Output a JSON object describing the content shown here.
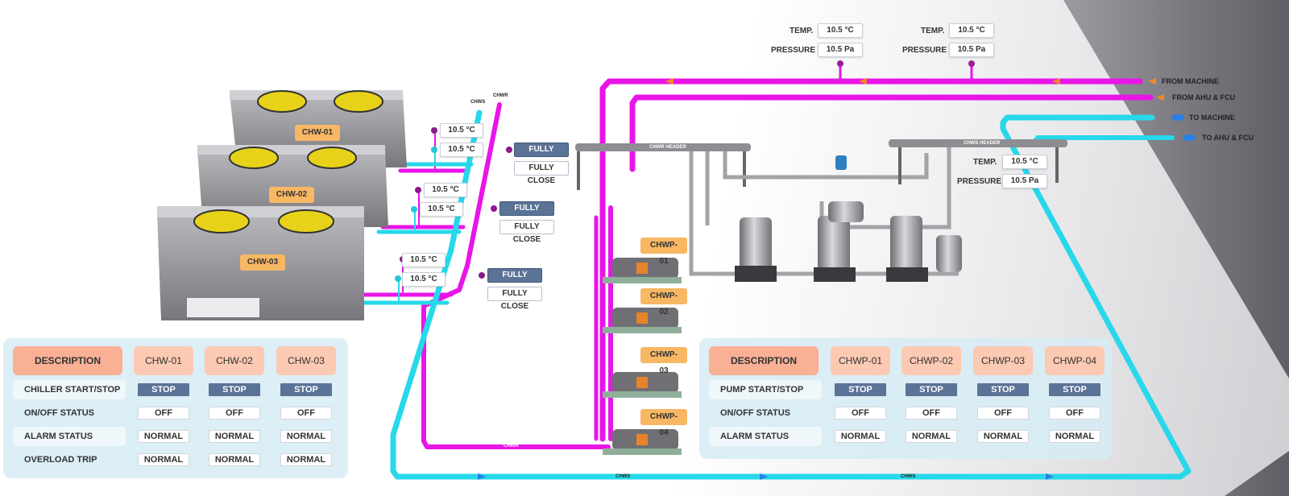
{
  "sensors": {
    "top1": {
      "temp_label": "TEMP.",
      "temp_value": "10.5 °C",
      "pressure_label": "PRESSURE",
      "pressure_value": "10.5 Pa"
    },
    "top2": {
      "temp_label": "TEMP.",
      "temp_value": "10.5 °C",
      "pressure_label": "PRESSURE",
      "pressure_value": "10.5 Pa"
    },
    "chws_header": {
      "temp_label": "TEMP.",
      "temp_value": "10.5 °C",
      "pressure_label": "PRESSURE",
      "pressure_value": "10.5 Pa"
    }
  },
  "lines": {
    "from_machine": "FROM MACHINE",
    "from_ahu": "FROM AHU & FCU",
    "to_machine": "TO MACHINE",
    "to_ahu": "TO AHU & FCU"
  },
  "pipe_labels": {
    "chws": "CHWS",
    "chwr": "CHWR",
    "chwr_header": "CHWR HEADER",
    "chws_header": "CHWS HEADER"
  },
  "chillers": [
    {
      "name": "CHW-01",
      "temp_out": "10.5 °C",
      "temp_in": "10.5 °C",
      "valve_a": "FULLY CLOSE",
      "valve_b": "FULLY CLOSE"
    },
    {
      "name": "CHW-02",
      "temp_out": "10.5 °C",
      "temp_in": "10.5 °C",
      "valve_a": "FULLY CLOSE",
      "valve_b": "FULLY CLOSE"
    },
    {
      "name": "CHW-03",
      "temp_out": "10.5 °C",
      "temp_in": "10.5 °C",
      "valve_a": "FULLY CLOSE",
      "valve_b": "FULLY CLOSE"
    }
  ],
  "pumps": [
    "CHWP-01",
    "CHWP-02",
    "CHWP-03",
    "CHWP-04"
  ],
  "chiller_panel": {
    "description": "DESCRIPTION",
    "columns": [
      "CHW-01",
      "CHW-02",
      "CHW-03"
    ],
    "rows": [
      {
        "label": "CHILLER START/STOP",
        "values": [
          "STOP",
          "STOP",
          "STOP"
        ]
      },
      {
        "label": "ON/OFF STATUS",
        "values": [
          "OFF",
          "OFF",
          "OFF"
        ]
      },
      {
        "label": "ALARM STATUS",
        "values": [
          "NORMAL",
          "NORMAL",
          "NORMAL"
        ]
      },
      {
        "label": "OVERLOAD TRIP",
        "values": [
          "NORMAL",
          "NORMAL",
          "NORMAL"
        ]
      }
    ]
  },
  "pump_panel": {
    "description": "DESCRIPTION",
    "columns": [
      "CHWP-01",
      "CHWP-02",
      "CHWP-03",
      "CHWP-04"
    ],
    "rows": [
      {
        "label": "PUMP START/STOP",
        "values": [
          "STOP",
          "STOP",
          "STOP",
          "STOP"
        ]
      },
      {
        "label": "ON/OFF STATUS",
        "values": [
          "OFF",
          "OFF",
          "OFF",
          "OFF"
        ]
      },
      {
        "label": "ALARM STATUS",
        "values": [
          "NORMAL",
          "NORMAL",
          "NORMAL",
          "NORMAL"
        ]
      }
    ]
  },
  "colors": {
    "chwr_pipe": "#e815e8",
    "chws_pipe": "#27d8ea",
    "stop_button": "#5b7396",
    "tag": "#f7b763",
    "panel": "#d6ebf4"
  }
}
